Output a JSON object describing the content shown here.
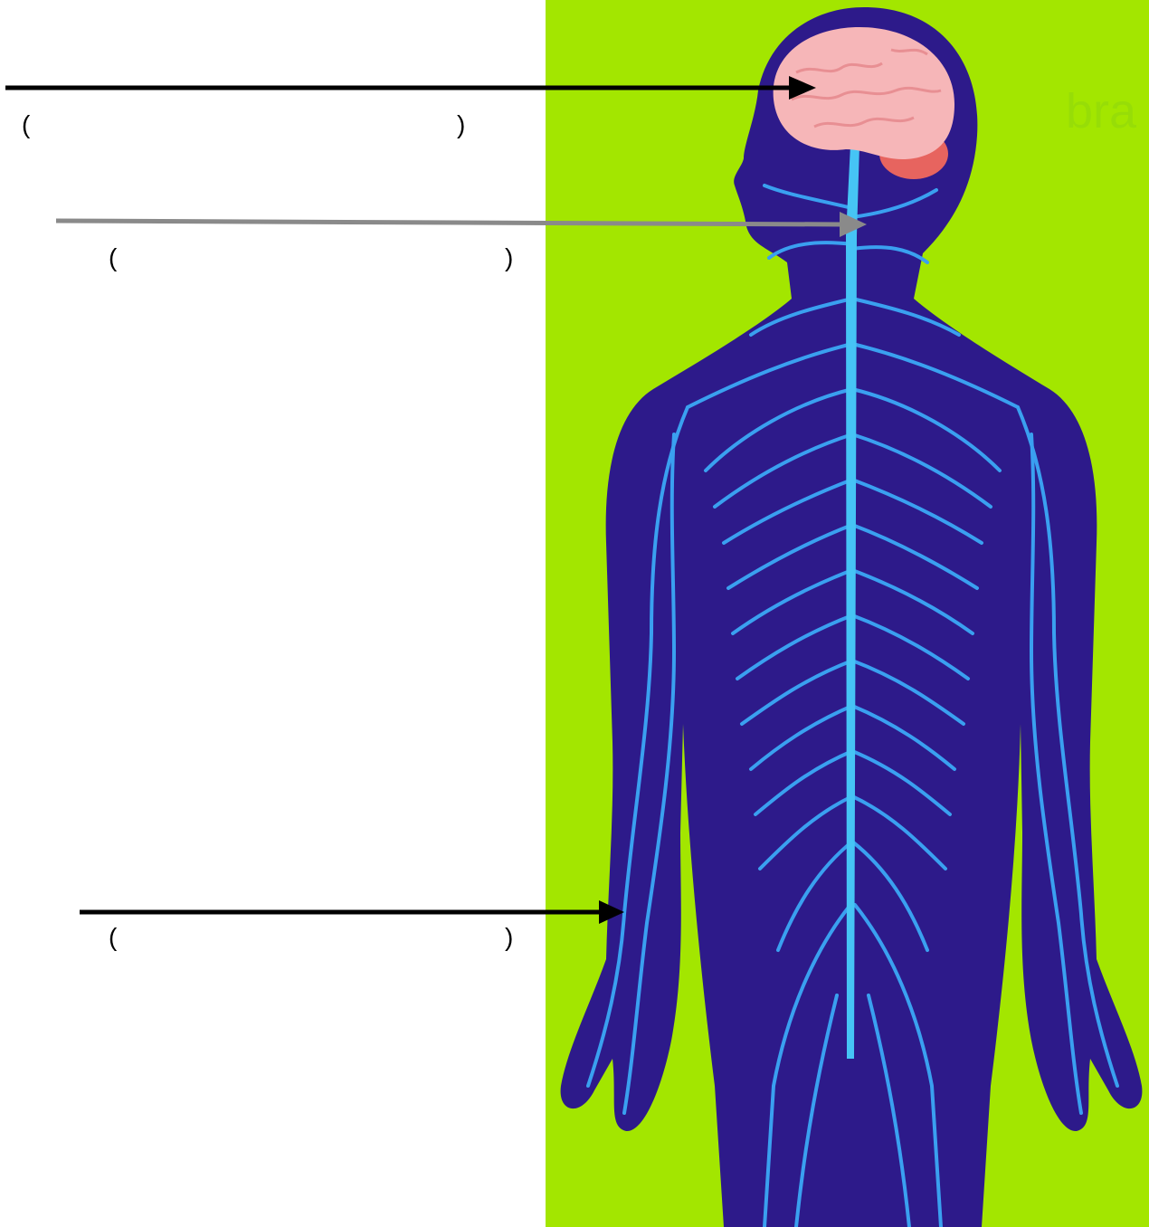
{
  "colors": {
    "background": "#a3e600",
    "body": "#2d1a8a",
    "nerves": "#3aa0f0",
    "spinal_cord": "#46c4f5",
    "brain": "#f6b6b8",
    "cerebellum": "#e7645f",
    "arrow_brain": "#000000",
    "arrow_spinal": "#8a8a8a",
    "arrow_nerve": "#000000"
  },
  "labels": [
    {
      "id": "brain",
      "open": "(",
      "close": ")",
      "answer": ""
    },
    {
      "id": "spinal-cord",
      "open": "(",
      "close": ")",
      "answer": ""
    },
    {
      "id": "nerves",
      "open": "(",
      "close": ")",
      "answer": ""
    }
  ],
  "watermark": "bra",
  "icons": {
    "figure": "human-nervous-system-icon",
    "arrow": "arrow-right-icon"
  }
}
